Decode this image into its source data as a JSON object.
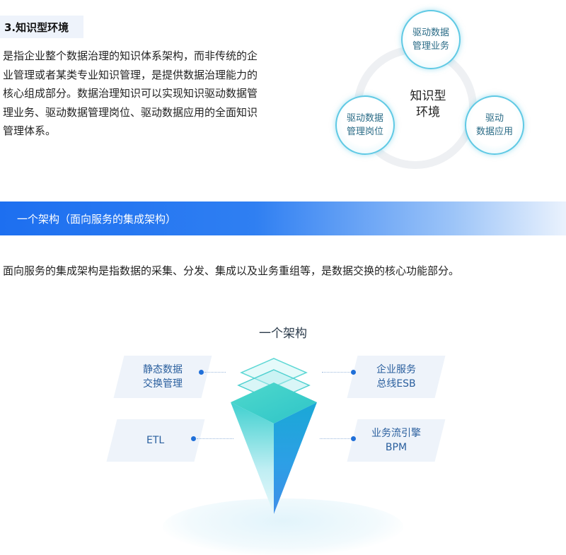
{
  "section": {
    "title": "3.知识型环境",
    "paragraph": "是指企业整个数据治理的知识体系架构，而非传统的企业管理或者某类专业知识管理，是提供数据治理能力的核心组成部分。数据治理知识可以实现知识驱动数据管理业务、驱动数据管理岗位、驱动数据应用的全面知识管理体系。"
  },
  "knowledge_diagram": {
    "center_line1": "知识型",
    "center_line2": "环境",
    "nodes": [
      {
        "line1": "驱动数据",
        "line2": "管理业务"
      },
      {
        "line1": "驱动数据",
        "line2": "管理岗位"
      },
      {
        "line1": "驱动",
        "line2": "数据应用"
      }
    ]
  },
  "banner": {
    "title": "一个架构（面向服务的集成架构）"
  },
  "description": "面向服务的集成架构是指数据的采集、分发、集成以及业务重组等，是数据交换的核心功能部分。",
  "architecture": {
    "title": "一个架构",
    "cards": [
      {
        "line1": "静态数据",
        "line2": "交换管理"
      },
      {
        "line1": "企业服务",
        "line2": "总线ESB"
      },
      {
        "line1": "ETL",
        "line2": ""
      },
      {
        "line1": "业务流引擎",
        "line2": "BPM"
      }
    ]
  },
  "colors": {
    "accent": "#1d6ff0",
    "node_border": "#5fc9e4",
    "card_bg": "#eef3fa",
    "card_text": "#2a5f9e"
  }
}
